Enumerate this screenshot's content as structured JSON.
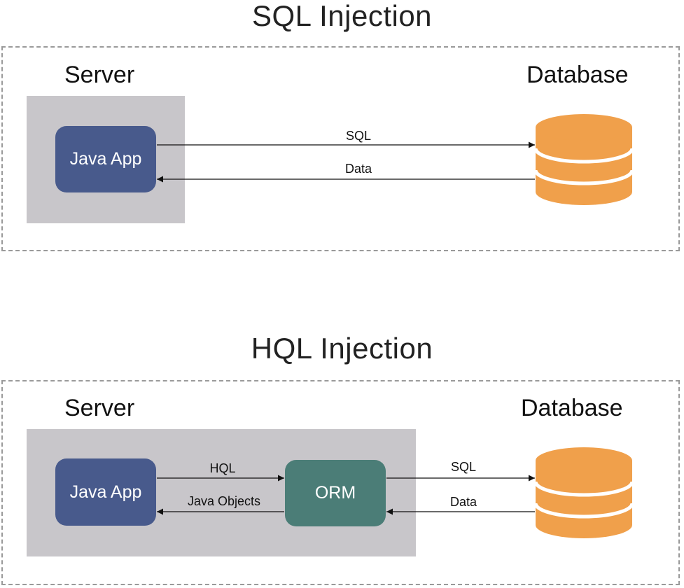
{
  "sql_section": {
    "title": "SQL Injection",
    "server_label": "Server",
    "database_label": "Database",
    "java_app_label": "Java App",
    "arrow_forward_label": "SQL",
    "arrow_back_label": "Data"
  },
  "hql_section": {
    "title": "HQL Injection",
    "server_label": "Server",
    "database_label": "Database",
    "java_app_label": "Java App",
    "orm_label": "ORM",
    "app_to_orm_label": "HQL",
    "orm_to_app_label": "Java Objects",
    "orm_to_db_label": "SQL",
    "db_to_orm_label": "Data"
  },
  "colors": {
    "java_app": "#485a8c",
    "orm": "#4b7d77",
    "database": "#f0a04b",
    "server_background": "#c8c6ca"
  }
}
